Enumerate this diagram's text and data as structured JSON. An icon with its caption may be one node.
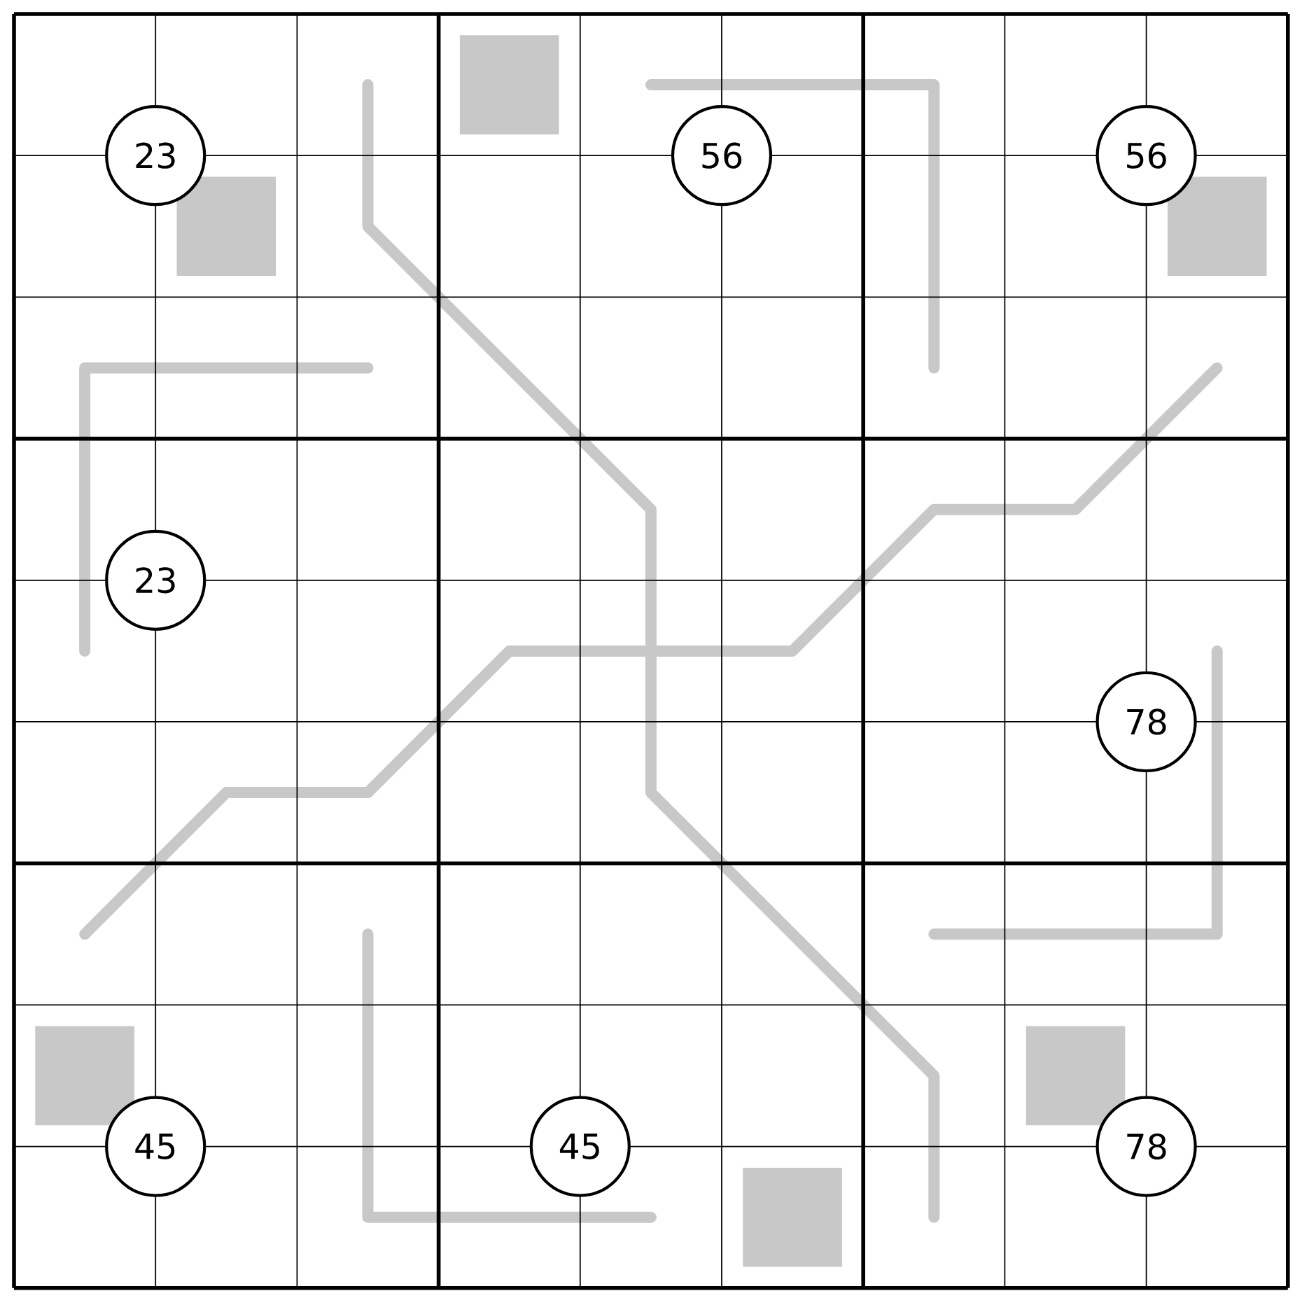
{
  "diagram": {
    "nodes": [
      {
        "text": [
          "23"
        ]
      },
      {
        "text": [
          "56"
        ]
      },
      {
        "text": [
          "56"
        ]
      },
      {
        "text": [
          "23"
        ]
      },
      {
        "text": [
          "78"
        ]
      },
      {
        "text": [
          "45"
        ]
      },
      {
        "text": [
          "45"
        ]
      },
      {
        "text": [
          "78"
        ]
      }
    ]
  }
}
